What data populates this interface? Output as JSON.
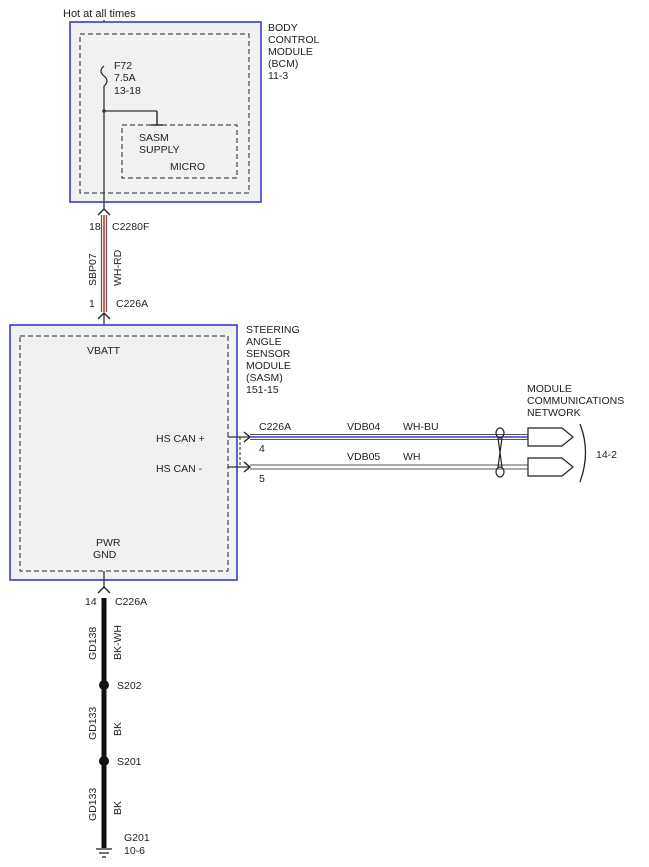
{
  "supply": {
    "label": "Hot at all times"
  },
  "bcm": {
    "name_lines": [
      "BODY",
      "CONTROL",
      "MODULE",
      "(BCM)",
      "11-3"
    ],
    "fuse": {
      "id": "F72",
      "rating": "7.5A",
      "ref": "13-18"
    },
    "sub_block": {
      "lines": [
        "SASM",
        "SUPPLY"
      ],
      "micro": "MICRO"
    },
    "colors": {
      "outline": "#3a3ad0",
      "fill": "#f1f1f1"
    }
  },
  "wire_sbp07": {
    "top_pin": "18",
    "top_connector": "C2280F",
    "circuit": "SBP07",
    "color_code": "WH-RD",
    "bottom_pin": "1",
    "bottom_connector": "C226A",
    "colors": {
      "main": "#555555",
      "stripe": "#e03030"
    }
  },
  "sasm": {
    "name_lines": [
      "STEERING",
      "ANGLE",
      "SENSOR",
      "MODULE",
      "(SASM)",
      "151-15"
    ],
    "pins": {
      "vbatt": "VBATT",
      "hs_can_plus": "HS CAN +",
      "hs_can_minus": "HS CAN -",
      "pwr_gnd_lines": [
        "PWR",
        "GND"
      ]
    }
  },
  "can_bus": {
    "connector": "C226A",
    "plus": {
      "pin": "4",
      "circuit": "VDB04",
      "color_code": "WH-BU"
    },
    "minus": {
      "pin": "5",
      "circuit": "VDB05",
      "color_code": "WH"
    },
    "destination": {
      "lines": [
        "MODULE",
        "COMMUNICATIONS",
        "NETWORK"
      ],
      "ref": "14-2"
    },
    "colors": {
      "blue_stripe": "#3a3ad0"
    }
  },
  "ground": {
    "top_pin": "14",
    "top_connector": "C226A",
    "segments": [
      {
        "circuit": "GD138",
        "color_code": "BK-WH"
      },
      {
        "circuit": "GD133",
        "color_code": "BK"
      },
      {
        "circuit": "GD133",
        "color_code": "BK"
      }
    ],
    "splices": [
      "S202",
      "S201"
    ],
    "ground_point": {
      "id": "G201",
      "ref": "10-6"
    }
  }
}
